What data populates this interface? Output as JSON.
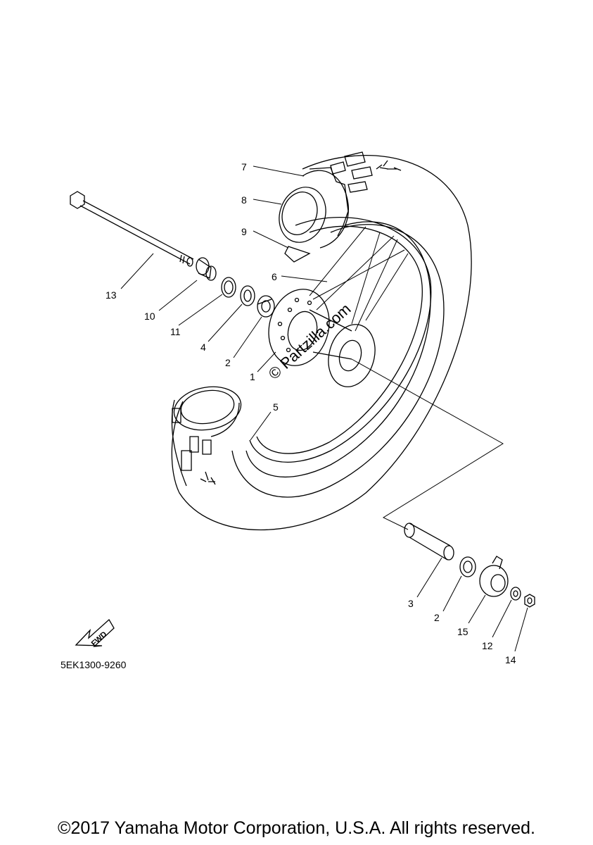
{
  "diagram": {
    "callouts": [
      {
        "id": "7",
        "label": "7"
      },
      {
        "id": "8",
        "label": "8"
      },
      {
        "id": "9",
        "label": "9"
      },
      {
        "id": "6",
        "label": "6"
      },
      {
        "id": "13",
        "label": "13"
      },
      {
        "id": "10",
        "label": "10"
      },
      {
        "id": "11",
        "label": "11"
      },
      {
        "id": "4",
        "label": "4"
      },
      {
        "id": "2a",
        "label": "2"
      },
      {
        "id": "1",
        "label": "1"
      },
      {
        "id": "5",
        "label": "5"
      },
      {
        "id": "3",
        "label": "3"
      },
      {
        "id": "2b",
        "label": "2"
      },
      {
        "id": "15",
        "label": "15"
      },
      {
        "id": "12",
        "label": "12"
      },
      {
        "id": "14",
        "label": "14"
      }
    ],
    "fwd_label": "FWD",
    "watermark": "© Partzilla.com",
    "reference_code": "5EK1300-9260"
  },
  "footer": {
    "copyright": "©2017 Yamaha Motor Corporation, U.S.A. All rights reserved."
  }
}
